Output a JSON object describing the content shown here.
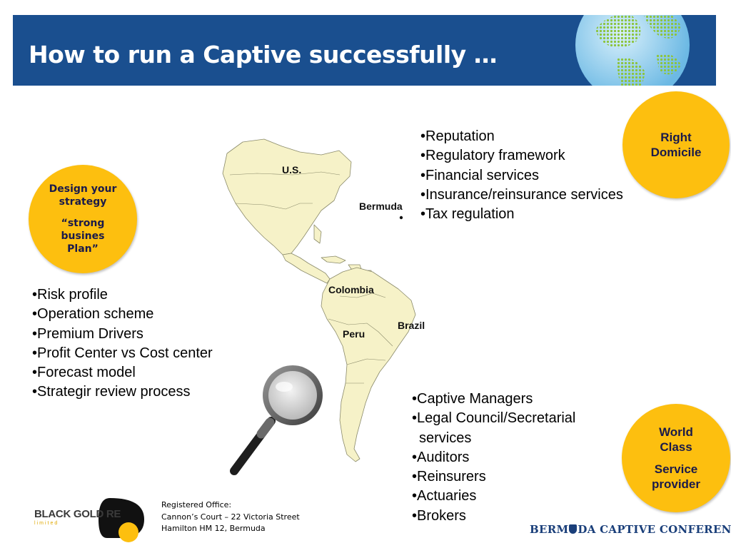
{
  "header": {
    "title": "How to run a Captive successfully …"
  },
  "map": {
    "labels": {
      "us": "U.S.",
      "bermuda": "Bermuda",
      "colombia": "Colombia",
      "brazil": "Brazil",
      "peru": "Peru"
    }
  },
  "circles": {
    "design": {
      "line1": "Design your",
      "line2": "strategy",
      "line3": "“strong",
      "line4": "busines",
      "line5": "Plan”"
    },
    "domicile": {
      "line1": "Right",
      "line2": "Domicile"
    },
    "world": {
      "line1": "World",
      "line2": "Class",
      "line3": "Service",
      "line4": "provider"
    }
  },
  "lists": {
    "domicile": [
      "Reputation",
      "Regulatory framework",
      "Financial services",
      "Insurance/reinsurance services",
      "Tax regulation"
    ],
    "strategy": [
      "Risk profile",
      "Operation scheme",
      "Premium Drivers",
      "Profit Center vs Cost center",
      "Forecast model",
      "Strategir review  process"
    ],
    "provider": [
      "Captive Managers",
      "Legal Council/Secretarial",
      "services",
      "Auditors",
      "Reinsurers",
      "Actuaries",
      "Brokers"
    ]
  },
  "footer": {
    "logo_name": "BLACK GOLD RE",
    "logo_sub": "limited",
    "office_line1": "Registered Office:",
    "office_line2": "Cannon’s Court – 22 Victoria Street",
    "office_line3": "Hamilton HM 12,   Bermuda",
    "conference_part1": "BERM",
    "conference_part2": "DA CAPTIVE CONFERENCE"
  },
  "colors": {
    "header_blue": "#1a4f8f",
    "circle_yellow": "#fdbf0f",
    "map_land": "#f6f2c8",
    "conference_blue": "#1a3f7a"
  },
  "icons": {
    "globe": "globe-icon",
    "magnifier": "magnifying-glass-icon",
    "emblem": "crest-icon"
  }
}
